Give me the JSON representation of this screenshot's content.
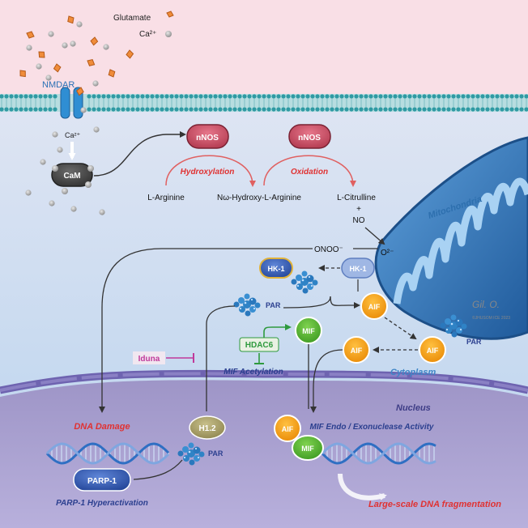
{
  "legend": {
    "glutamate": "Glutamate",
    "calcium": "Ca²⁺"
  },
  "membrane": {
    "nmdar": "NMDAR",
    "ca_influx": "Ca²⁺"
  },
  "nodes": {
    "cam": "CaM",
    "nnos_1": "nNOS",
    "nnos_2": "nNOS",
    "hk1_active": "HK-1",
    "hk1_released": "HK-1",
    "aif_1": "AIF",
    "aif_2": "AIF",
    "aif_3": "AIF",
    "aif_nuclear": "AIF",
    "mif_1": "MIF",
    "mif_nuclear": "MIF",
    "hdac6": "HDAC6",
    "h12": "H1.2",
    "parp1": "PARP-1",
    "iduna": "Iduna"
  },
  "reactions": {
    "hydroxylation": "Hydroxylation",
    "oxidation": "Oxidation",
    "l_arginine": "L-Arginine",
    "hydroxy_arginine": "Nω-Hydroxy-L-Arginine",
    "l_citrulline": "L-Citrulline",
    "plus": "+",
    "no": "NO",
    "superoxide": "O²⁻",
    "peroxynitrite": "ONOO⁻"
  },
  "compartments": {
    "mitochondria": "Mitochondria",
    "cytoplasm": "Cytoplasm",
    "nucleus": "Nucleus"
  },
  "par_labels": {
    "par_1": "PAR",
    "par_2": "PAR",
    "par_3": "PAR"
  },
  "processes": {
    "mif_acetylation": "MIF Acetylation",
    "dna_damage": "DNA Damage",
    "parp_hyperactivation": "PARP-1 Hyperactivation",
    "mif_nuclease": "MIF Endo / Exonuclease Activity",
    "dna_fragmentation": "Large-scale DNA fragmentation"
  },
  "colors": {
    "extracellular": "#f9dfe6",
    "cytoplasm": "#c9d9ef",
    "nucleus": "#a59dcc",
    "nnos": "#c0465b",
    "aif": "#f29a12",
    "mif": "#4fae2f",
    "par": "#2f83c6",
    "hk1": "#2e4f9c",
    "red_text": "#e03232",
    "blue_text": "#2b3f8f",
    "mito": "#2f6fb0"
  }
}
